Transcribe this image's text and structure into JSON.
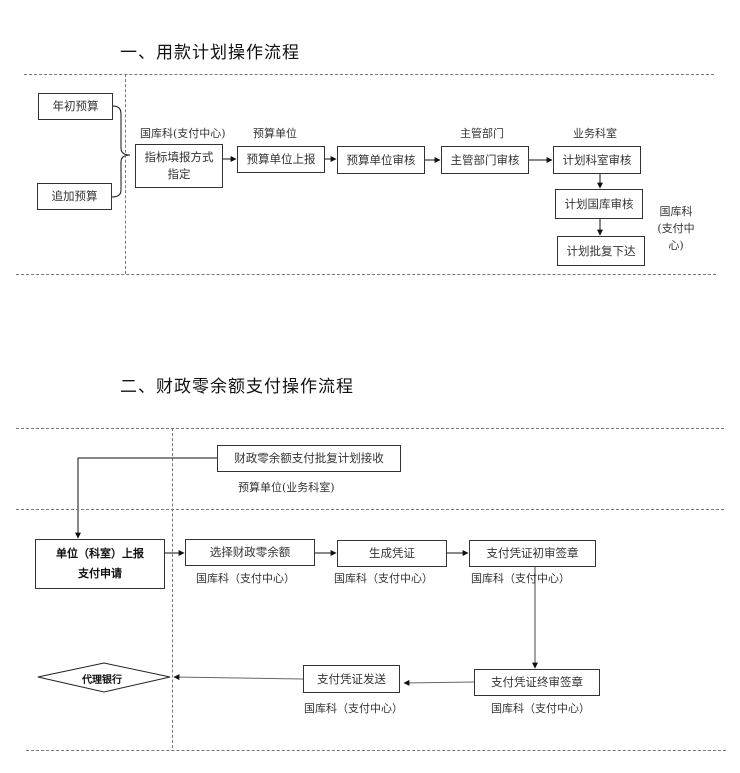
{
  "section1": {
    "title": "一、用款计划操作流程",
    "inputs": [
      "年初预算",
      "追加预算"
    ],
    "lanes": {
      "treasury_center": "国库科(支付中心)",
      "budget_unit": "预算单位",
      "competent_dept": "主管部门",
      "business_office": "业务科室",
      "treasury_side": "国库科(支付中心)"
    },
    "steps": {
      "indicator": "指标填报方式指定",
      "unit_report": "预算单位上报",
      "unit_review": "预算单位审核",
      "dept_review": "主管部门审核",
      "plan_office_review": "计划科室审核",
      "plan_treasury_review": "计划国库审核",
      "plan_issue": "计划批复下达"
    }
  },
  "section2": {
    "title": "二、财政零余额支付操作流程",
    "steps": {
      "receive_plan": "财政零余额支付批复计划接收",
      "unit_apply_line1": "单位（科室）上报",
      "unit_apply_line2": "支付申请",
      "select_account": "选择财政零余额",
      "generate_voucher": "生成凭证",
      "initial_sign": "支付凭证初审签章",
      "final_sign": "支付凭证终审签章",
      "send_voucher": "支付凭证发送",
      "agent_bank": "代理银行"
    },
    "lanes": {
      "receive_plan": "预算单位(业务科室)",
      "select_account": "国库科（支付中心）",
      "generate_voucher": "国库科（支付中心）",
      "initial_sign": "国库科（支付中心）",
      "final_sign": "国库科（支付中心）",
      "send_voucher": "国库科（支付中心）"
    }
  }
}
